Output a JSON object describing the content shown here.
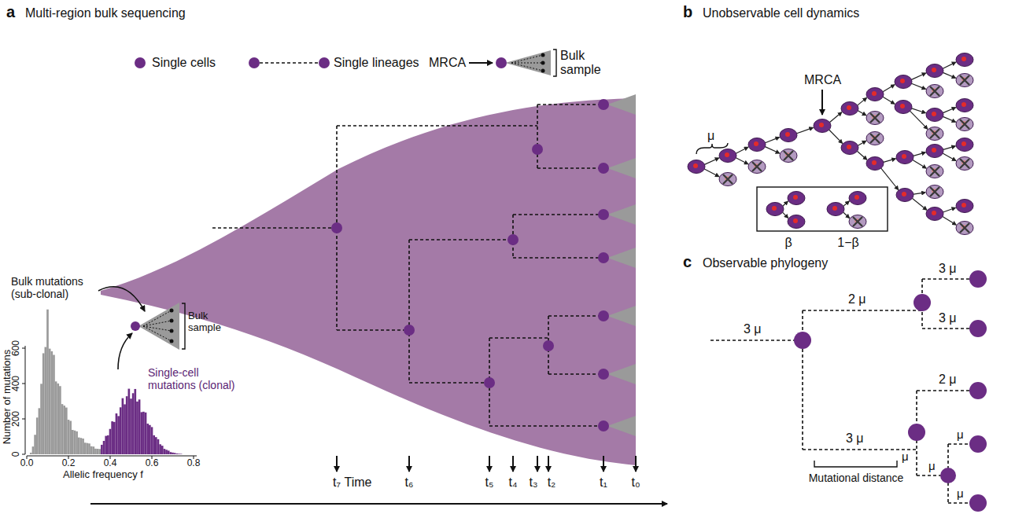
{
  "diagram": {
    "labels": [
      "a",
      "Multi-region bulk sequencing",
      "MRCA",
      "Bulk sample",
      "Bulk mutations (sub-clonal)",
      "Bulk sample",
      "Single-cell mutations (clonal)",
      "Number of mutations",
      "0",
      "200",
      "400",
      "600",
      "0.0",
      "0.2",
      "0.4",
      "0.6",
      "0.8",
      "Allelic frequency f",
      "Time",
      "t₇",
      "t₆",
      "t₅",
      "t₄",
      "t₃",
      "t₂",
      "t₁",
      "t₀",
      "b",
      "Unobservable cell dynamics",
      "MRCA",
      "μ",
      "β",
      "1−β",
      "c",
      "Observable phylogeny",
      "3 μ",
      "2 μ",
      "3 μ",
      "3 μ",
      "3 μ",
      "2 μ",
      "μ",
      "μ",
      "μ",
      "μ",
      "Mutational distance"
    ],
    "legend": [
      {
        "text": "Single cells",
        "color": "#6b2d84"
      },
      {
        "text": "Single lineages"
      }
    ]
  }
}
